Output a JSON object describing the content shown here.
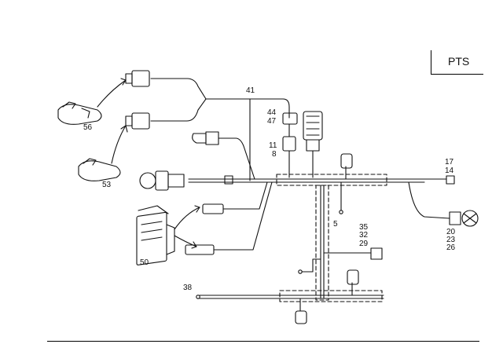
{
  "header": {
    "code": "PTS"
  },
  "callouts": {
    "c41": "41",
    "c44": "44",
    "c47": "47",
    "c11": "11",
    "c8": "8",
    "c56": "56",
    "c53": "53",
    "c50": "50",
    "c17": "17",
    "c14": "14",
    "c5": "5",
    "c35": "35",
    "c32": "32",
    "c29": "29",
    "c20": "20",
    "c23": "23",
    "c26": "26",
    "c38": "38"
  }
}
